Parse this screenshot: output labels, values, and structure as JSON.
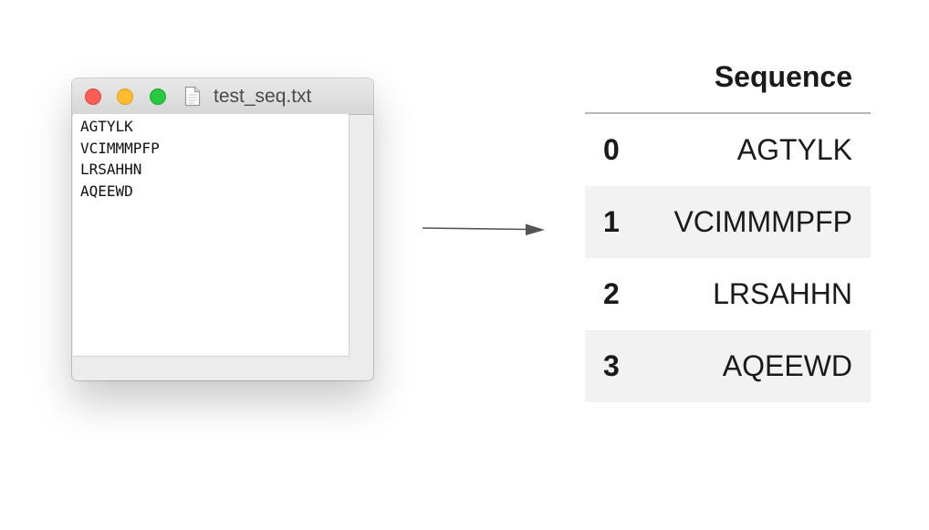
{
  "window": {
    "title": "test_seq.txt",
    "lines": [
      "AGTYLK",
      "VCIMMMPFP",
      "LRSAHHN",
      "AQEEWD"
    ],
    "traffic_light_colors": {
      "close": "#fd5f57",
      "minimize": "#febc2e",
      "zoom": "#28c840"
    },
    "icon": "document-icon"
  },
  "arrow": {
    "icon": "right-arrow-icon",
    "color": "#555555"
  },
  "dataframe": {
    "column": "Sequence",
    "rows": [
      {
        "index": "0",
        "value": "AGTYLK"
      },
      {
        "index": "1",
        "value": "VCIMMMPFP"
      },
      {
        "index": "2",
        "value": "LRSAHHN"
      },
      {
        "index": "3",
        "value": "AQEEWD"
      }
    ],
    "stripe_color": "#f2f2f2"
  }
}
